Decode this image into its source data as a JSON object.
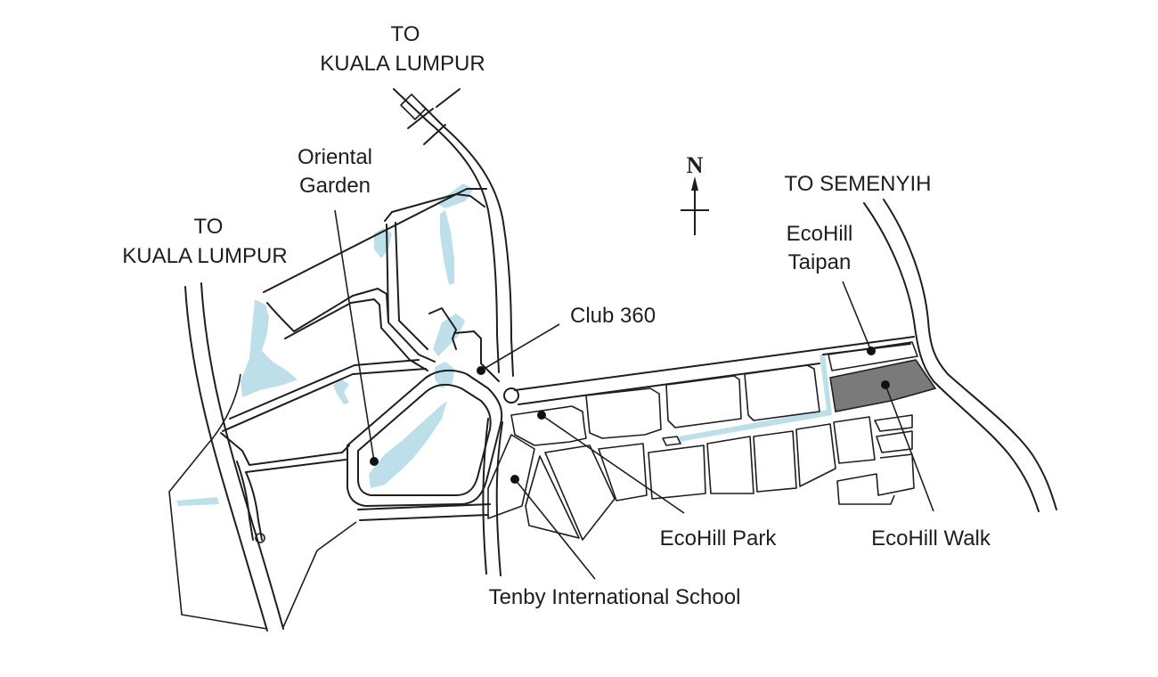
{
  "map": {
    "directions": {
      "top_kl_line1": "TO",
      "top_kl_line2": "KUALA LUMPUR",
      "left_kl_line1": "TO",
      "left_kl_line2": "KUALA LUMPUR",
      "semenyih": "TO SEMENYIH"
    },
    "north_label": "N",
    "places": {
      "oriental_garden_line1": "Oriental",
      "oriental_garden_line2": "Garden",
      "club_360": "Club 360",
      "ecohill_taipan_line1": "EcoHill",
      "ecohill_taipan_line2": "Taipan",
      "ecohill_park": "EcoHill Park",
      "ecohill_walk": "EcoHill Walk",
      "tenby_school": "Tenby International School"
    },
    "colors": {
      "water": "#bcdfea",
      "highlight_plot": "#7a7a7a",
      "lines": "#1e1e1e"
    }
  }
}
